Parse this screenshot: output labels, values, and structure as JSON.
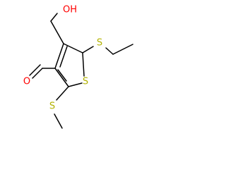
{
  "molecule": {
    "atoms": {
      "hydroxyl": "OH",
      "aldehyde_oxygen": "O",
      "ring_sulfur": "S",
      "thioether_sulfur_right": "S",
      "thioether_sulfur_bottom": "S"
    },
    "colors": {
      "oxygen": "#ff0000",
      "sulfur": "#b2b200",
      "bond": "#000000"
    }
  }
}
